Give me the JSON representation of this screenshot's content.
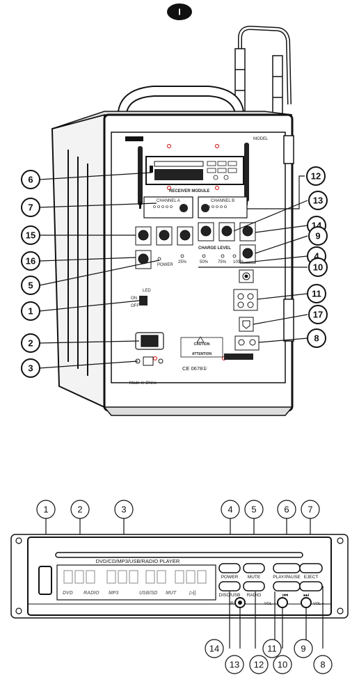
{
  "page_badge": "I",
  "unit": {
    "model_label": "MODEL",
    "module_title": "RECEIVER MODULE",
    "ch_a_label": "CHANNEL A",
    "ch_b_label": "CHANNEL B",
    "charge_label": "CHARGE LEVEL",
    "power_label": "POWER",
    "charge_levels": [
      "25%",
      "50%",
      "75%",
      "100%"
    ],
    "switch_label": "LED",
    "switch_on": "ON",
    "switch_off": "OFF",
    "caution_title": "CAUTION",
    "attention_title": "ATTENTION",
    "ce_mark": "CE 0678①",
    "made_in": "Made in China",
    "callouts": [
      "6",
      "7",
      "15",
      "16",
      "5",
      "1",
      "2",
      "3",
      "12",
      "13",
      "14",
      "9",
      "4",
      "10",
      "11",
      "17",
      "8"
    ]
  },
  "player": {
    "title": "DVD/CD/MP3/USB/RADIO PLAYER",
    "display_legends": [
      "DVD",
      "RADIO",
      "MP3",
      "USB/SD",
      "MUT",
      "▷||"
    ],
    "buttons": [
      {
        "label": "POWER"
      },
      {
        "label": "MUTE"
      },
      {
        "label": "PLAY/PAUSE"
      },
      {
        "label": "EJECT"
      },
      {
        "label": "DISC/USB"
      },
      {
        "label": "RADIO"
      }
    ],
    "ir_label": "IR",
    "vol_minus": "VOL -",
    "vol_plus": "VOL +",
    "prev_symbol": "⏮",
    "next_symbol": "⏭",
    "top_callouts": [
      "1",
      "2",
      "3",
      "4",
      "5",
      "6",
      "7"
    ],
    "bottom_callouts": [
      "14",
      "13",
      "12",
      "11",
      "10",
      "9",
      "8"
    ]
  }
}
